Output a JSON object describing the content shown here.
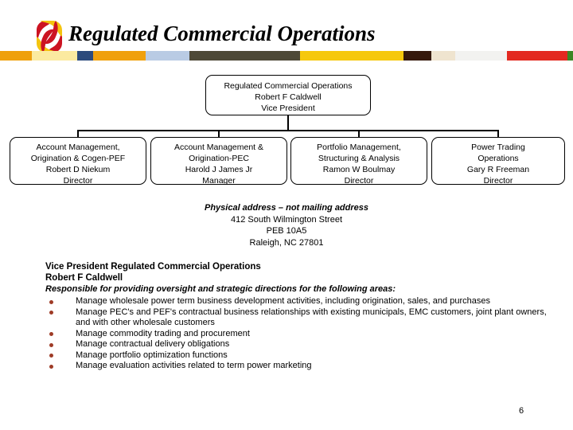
{
  "header": {
    "title": "Regulated Commercial Operations",
    "logo_name": "company-pinwheel-logo",
    "color_bar": [
      {
        "color": "#efa00b",
        "width": 40
      },
      {
        "color": "#fbeaa0",
        "width": 57
      },
      {
        "color": "#2c4a7c",
        "width": 20
      },
      {
        "color": "#f0a00c",
        "width": 66
      },
      {
        "color": "#b9cbe4",
        "width": 55
      },
      {
        "color": "#4e4937",
        "width": 139
      },
      {
        "color": "#f6c80c",
        "width": 130
      },
      {
        "color": "#35190c",
        "width": 35
      },
      {
        "color": "#efe4cf",
        "width": 30
      },
      {
        "color": "#f2f2f0",
        "width": 65
      },
      {
        "color": "#e32920",
        "width": 76
      },
      {
        "color": "#3b8724",
        "width": 7
      }
    ]
  },
  "org_chart": {
    "top_box": {
      "lines": [
        "Regulated Commercial Operations",
        "Robert F Caldwell",
        "Vice President"
      ]
    },
    "children": [
      {
        "lines": [
          "Account Management,",
          "Origination &amp; Cogen-PEF",
          "Robert D Niekum",
          "Director"
        ]
      },
      {
        "lines": [
          "Account Management &amp;",
          "Origination-PEC",
          "Harold J James Jr",
          "Manager"
        ]
      },
      {
        "lines": [
          "Portfolio Management,",
          "Structuring &amp; Analysis",
          "Ramon W Boulmay",
          "Director"
        ]
      },
      {
        "lines": [
          "Power Trading",
          "Operations",
          "Gary R Freeman",
          "Director"
        ]
      }
    ]
  },
  "address": {
    "heading": "Physical address – not mailing address",
    "line1": "412 South Wilmington Street",
    "line2": "PEB 10A5",
    "line3": "Raleigh, NC 27801"
  },
  "detail": {
    "role": "Vice President Regulated Commercial Operations",
    "name": "Robert F Caldwell",
    "intro": "Responsible for providing oversight and strategic directions for the following areas:",
    "bullets": [
      "Manage wholesale power term business development activities, including origination, sales, and purchases",
      "Manage PEC's and PEF's contractual business relationships with existing municipals, EMC customers, joint plant owners, and with other wholesale customers",
      "Manage commodity trading and procurement",
      "Manage contractual delivery obligations",
      "Manage portfolio optimization functions",
      "Manage evaluation activities related to term power marketing"
    ],
    "bullet_color": "#9e3b26"
  },
  "footer": {
    "page_number": "6"
  }
}
